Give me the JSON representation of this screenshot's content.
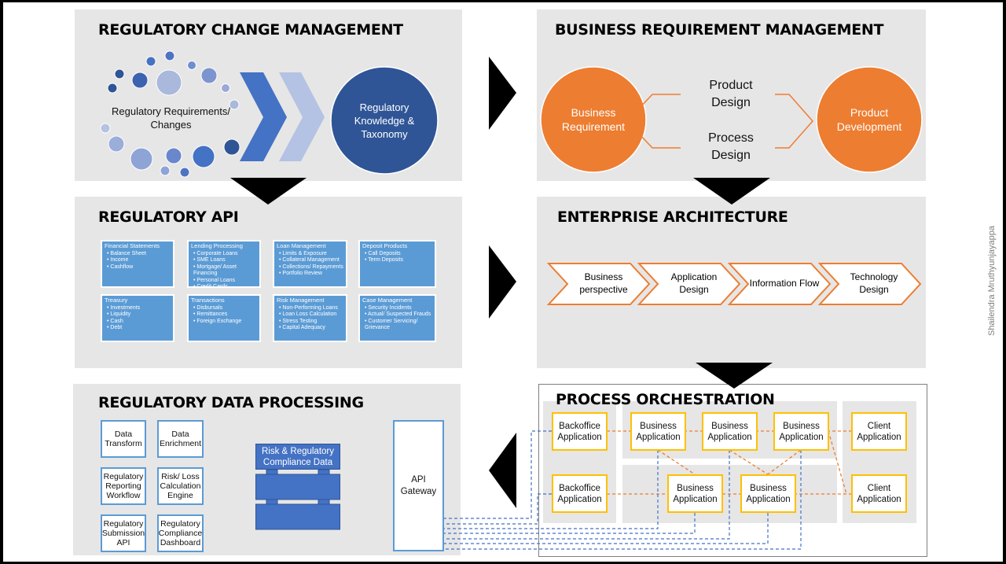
{
  "colors": {
    "panel": "#e6e6e6",
    "blue_dark": "#2f5597",
    "blue": "#4472c4",
    "tile_blue": "#5b9bd5",
    "orange": "#ed7d31",
    "app_border": "#ffc000"
  },
  "regulatory_change": {
    "title": "REGULATORY CHANGE MANAGEMENT",
    "requirements": "Regulatory Requirements/ Changes",
    "knowledge": "Regulatory Knowledge & Taxonomy"
  },
  "business_requirement": {
    "title": "BUSINESS REQUIREMENT MANAGEMENT",
    "business_requirement": "Business Requirement",
    "product_design": "Product Design",
    "process_design": "Process Design",
    "product_development": "Product Development"
  },
  "regulatory_api": {
    "title": "REGULATORY API",
    "tiles": [
      {
        "title": "Financial Statements",
        "items": [
          "Balance Sheet",
          "Income",
          "Cashflow"
        ]
      },
      {
        "title": "Lending Processing",
        "items": [
          "Corporate Loans",
          "SME Loans",
          "Mortgage/ Asset Financing",
          "Personal Loans",
          "Credit Cards"
        ]
      },
      {
        "title": "Loan Management",
        "items": [
          "Limits & Exposure",
          "Collateral Management",
          "Collections/ Repayments",
          "Portfolio Review"
        ]
      },
      {
        "title": "Deposit Products",
        "items": [
          "Call Deposits",
          "Term Deposits"
        ]
      },
      {
        "title": "Treasury",
        "items": [
          "Investments",
          "Liquidity",
          "Cash",
          "Debt"
        ]
      },
      {
        "title": "Transactions",
        "items": [
          "Disbursals",
          "Remittances",
          "Foreign Exchange"
        ]
      },
      {
        "title": "Risk Management",
        "items": [
          "Non-Performing Loans",
          "Loan Loss Calculation",
          "Stress Testing",
          "Capital Adequacy"
        ]
      },
      {
        "title": "Case Management",
        "items": [
          "Security Incidents",
          "Actual/ Suspected Frauds",
          "Customer Servicing/ Grievance"
        ]
      }
    ]
  },
  "enterprise_architecture": {
    "title": "ENTERPRISE ARCHITECTURE",
    "steps": [
      "Business perspective",
      "Application Design",
      "Information Flow",
      "Technology Design"
    ]
  },
  "data_processing": {
    "title": "REGULATORY DATA PROCESSING",
    "boxes": [
      "Data Transform",
      "Data Enrichment",
      "Regulatory Reporting Workflow",
      "Risk/ Loss Calculation Engine",
      "Regulatory Submission API",
      "Regulatory Compliance Dashboard"
    ],
    "database": "Risk & Regulatory Compliance Data",
    "gateway": "API Gateway"
  },
  "process_orchestration": {
    "title": "PROCESS ORCHESTRATION",
    "row1": [
      "Backoffice Application",
      "Business Application",
      "Business Application",
      "Business Application",
      "Client Application"
    ],
    "row2": [
      "Backoffice Application",
      "Business Application",
      "Business Application",
      "Client Application"
    ]
  },
  "author": "Shailendra Mruthyunjayappa"
}
